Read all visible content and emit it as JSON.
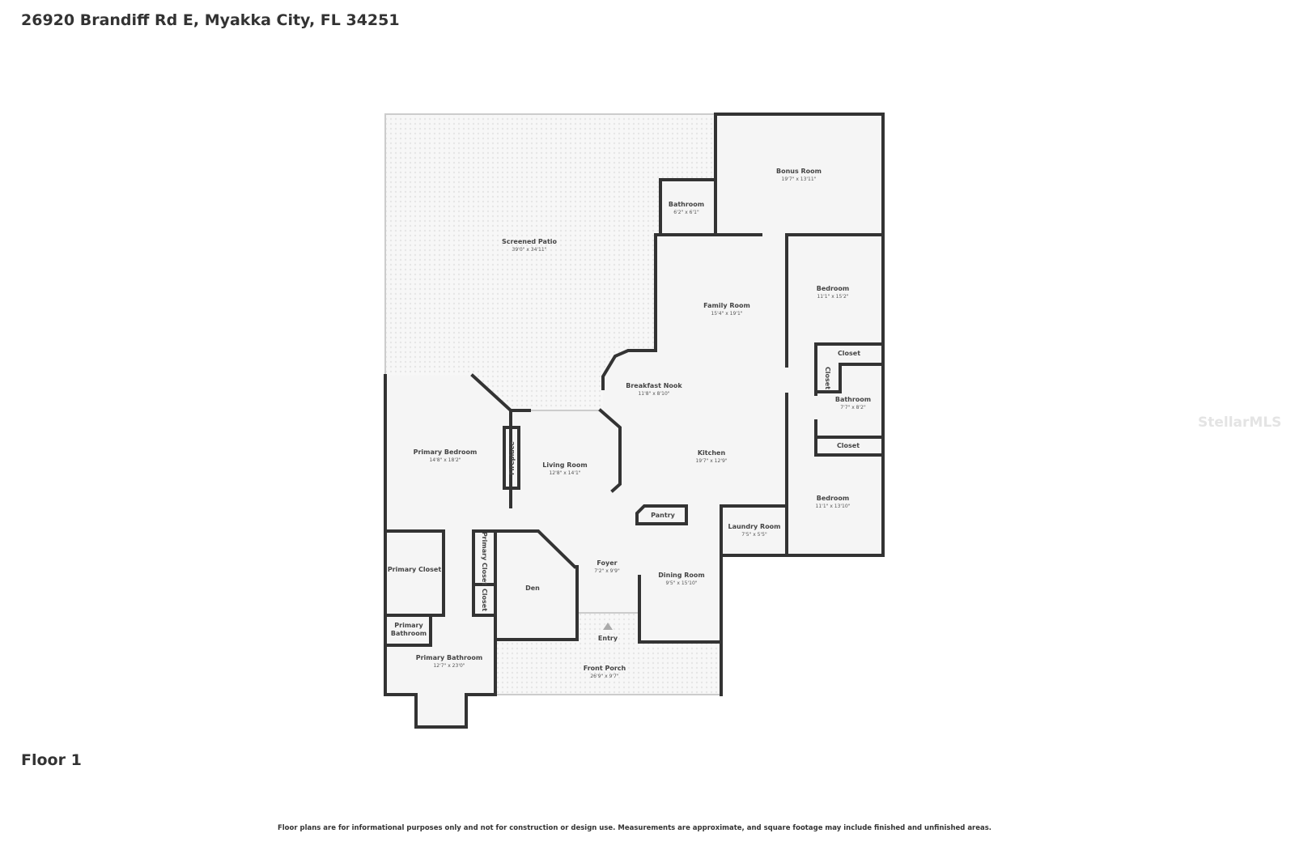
{
  "header": {
    "address": "26920 Brandiff Rd E, Myakka City, FL 34251"
  },
  "floor_label": "Floor 1",
  "watermark": "StellarMLS",
  "disclaimer": "Floor plans are for informational purposes only and not for construction or design use. Measurements are approximate, and square footage may include finished and unfinished areas.",
  "rooms": {
    "screened_patio": {
      "name": "Screened Patio",
      "dims": "39'0\" x 34'11\""
    },
    "bonus_room": {
      "name": "Bonus Room",
      "dims": "19'7\" x 13'11\""
    },
    "bathroom_1": {
      "name": "Bathroom",
      "dims": "6'2\" x 6'1\""
    },
    "family_room": {
      "name": "Family Room",
      "dims": "15'4\" x 19'1\""
    },
    "bedroom_1": {
      "name": "Bedroom",
      "dims": "11'1\" x 15'2\""
    },
    "closet_1": {
      "name": "Closet"
    },
    "closet_2": {
      "name": "Closet"
    },
    "bathroom_2": {
      "name": "Bathroom",
      "dims": "7'7\" x 8'2\""
    },
    "closet_3": {
      "name": "Closet"
    },
    "bedroom_2": {
      "name": "Bedroom",
      "dims": "11'1\" x 13'10\""
    },
    "breakfast_nook": {
      "name": "Breakfast Nook",
      "dims": "11'8\" x 8'10\""
    },
    "kitchen": {
      "name": "Kitchen",
      "dims": "19'7\" x 12'9\""
    },
    "primary_bedroom": {
      "name": "Primary Bedroom",
      "dims": "14'8\" x 18'2\""
    },
    "fireplace": {
      "name": "Fireplace"
    },
    "living_room": {
      "name": "Living Room",
      "dims": "12'8\" x 14'1\""
    },
    "pantry": {
      "name": "Pantry"
    },
    "laundry_room": {
      "name": "Laundry Room",
      "dims": "7'5\" x 5'5\""
    },
    "primary_closet_1": {
      "name": "Primary Closet"
    },
    "primary_closet_2": {
      "name": "Primary Closet"
    },
    "closet_4": {
      "name": "Closet"
    },
    "den": {
      "name": "Den"
    },
    "foyer": {
      "name": "Foyer",
      "dims": "7'2\" x 9'9\""
    },
    "dining_room": {
      "name": "Dining Room",
      "dims": "9'5\" x 15'10\""
    },
    "primary_bathroom_small": {
      "name_line1": "Primary",
      "name_line2": "Bathroom"
    },
    "primary_bathroom": {
      "name": "Primary Bathroom",
      "dims": "12'7\" x 23'0\""
    },
    "entry": {
      "name": "Entry"
    },
    "front_porch": {
      "name": "Front Porch",
      "dims": "26'9\" x 9'7\""
    }
  },
  "colors": {
    "wall": "#333333",
    "floor": "#f5f5f5",
    "outdoor": "#eeeeee"
  }
}
